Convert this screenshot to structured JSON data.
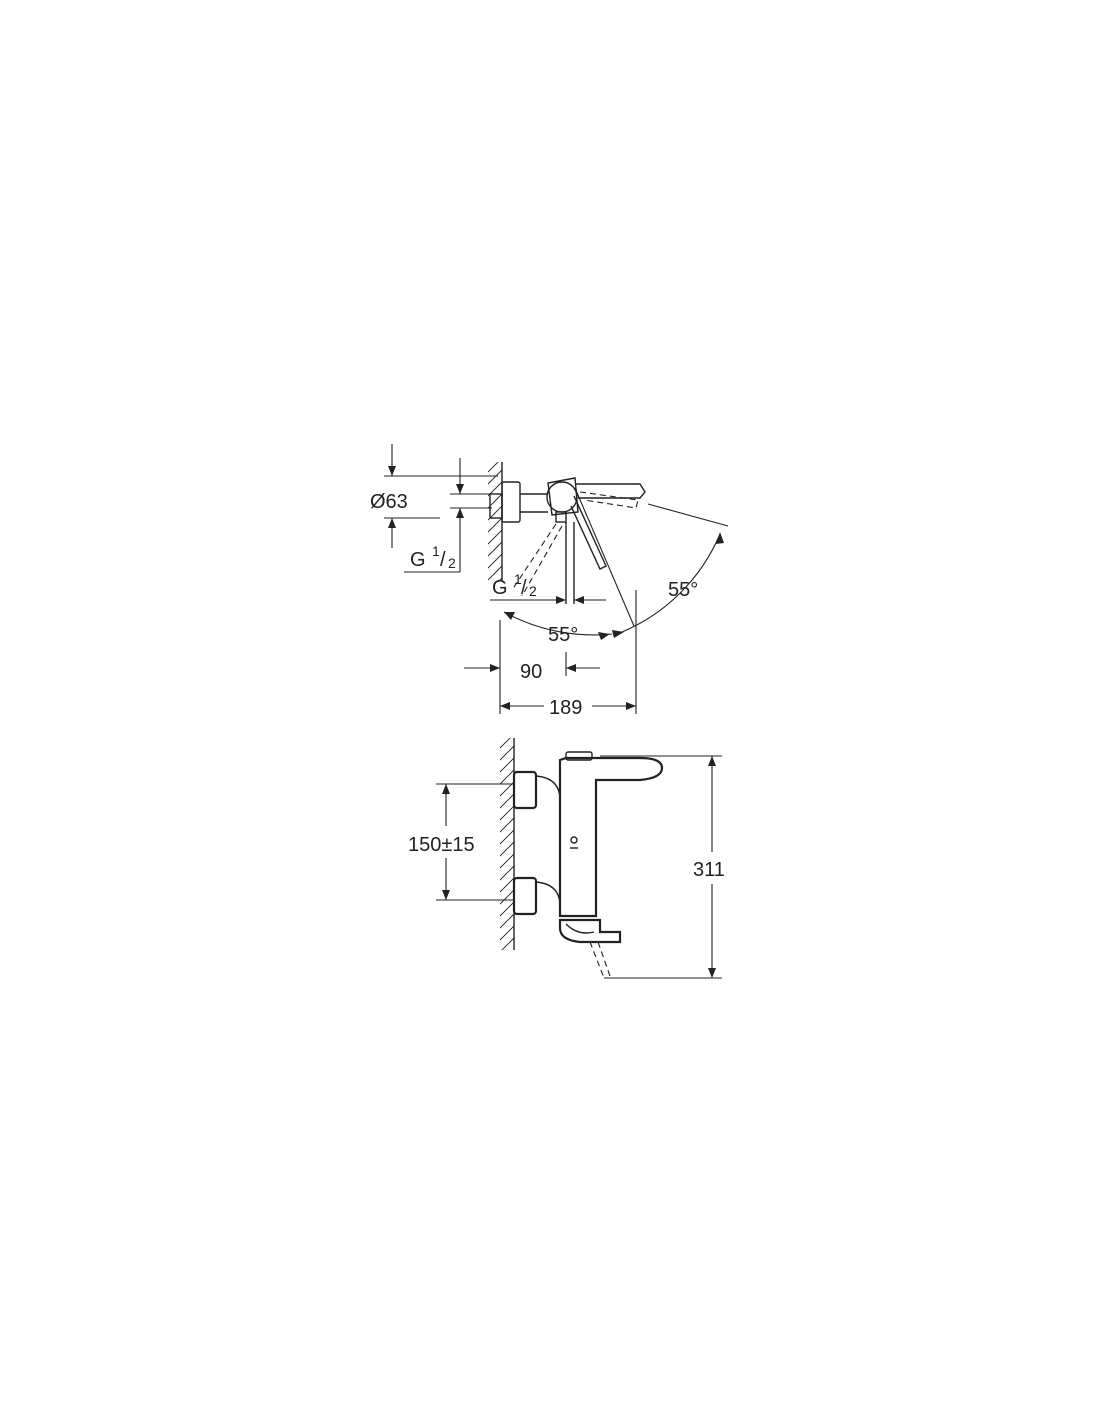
{
  "drawing": {
    "top_view": {
      "diameter_label": "Ø63",
      "thread_left": {
        "letter": "G",
        "num": "1",
        "den": "2"
      },
      "thread_bottom": {
        "letter": "G",
        "num": "1",
        "den": "2"
      },
      "angle_right": "55°",
      "angle_bottom": "55°",
      "dim_wall_to_center": "90",
      "dim_wall_to_spout": "189"
    },
    "front_view": {
      "inlet_spacing": "150±15",
      "total_height": "311"
    }
  }
}
